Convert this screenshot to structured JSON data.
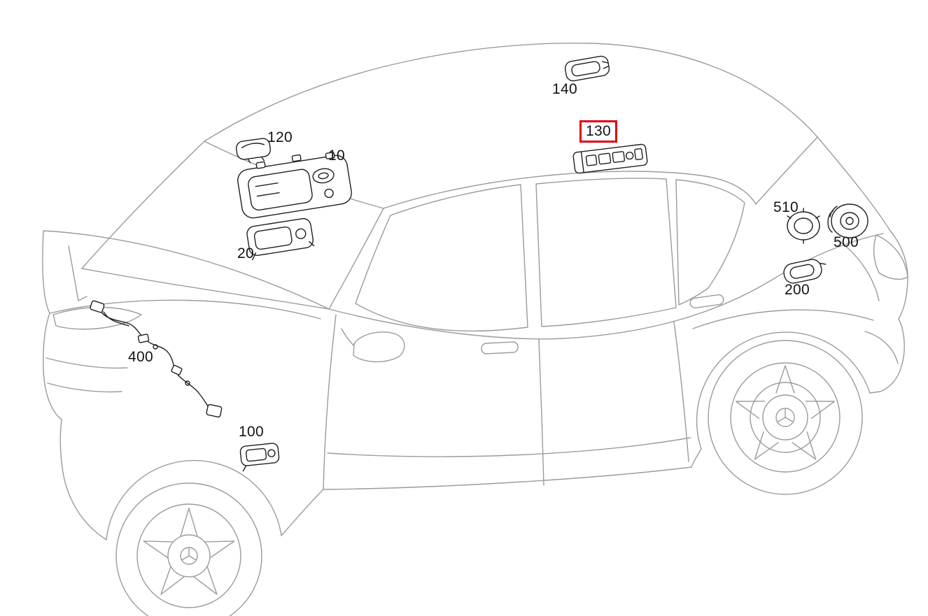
{
  "page": {
    "type": "parts-catalog-diagram",
    "background": "#ffffff"
  },
  "diagram": {
    "subject": "sedan line drawing with interior lighting and wiring components",
    "selected_part": "130",
    "highlight_color": "#e2000f",
    "car_line_color": "#9b9b9b",
    "part_line_color": "#1f1f1f",
    "wheel_logo": "mercedes-star"
  },
  "parts": {
    "p10": "10",
    "p20": "20",
    "p100": "100",
    "p120": "120",
    "p130": "130",
    "p140": "140",
    "p200": "200",
    "p400": "400",
    "p500": "500",
    "p510": "510"
  }
}
